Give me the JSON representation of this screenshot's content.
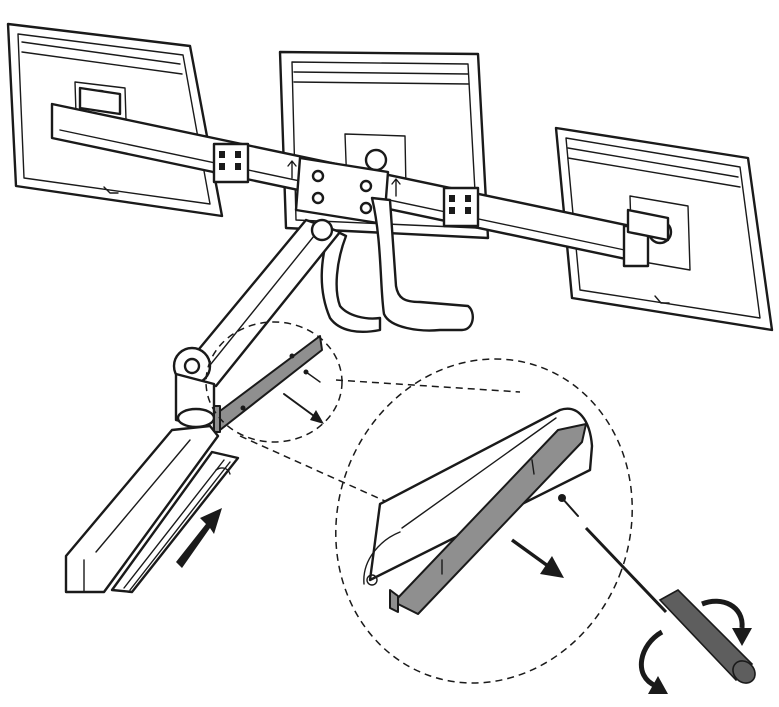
{
  "figure": {
    "kind": "assembly-instruction-illustration",
    "text": "",
    "components": [
      {
        "name": "left-monitor"
      },
      {
        "name": "center-monitor"
      },
      {
        "name": "right-monitor"
      },
      {
        "name": "crossbar"
      },
      {
        "name": "vesa-mount-plates"
      },
      {
        "name": "gas-spring-arm"
      },
      {
        "name": "cable-management-cover"
      },
      {
        "name": "magnified-detail-view"
      },
      {
        "name": "screwdriver"
      }
    ],
    "icons": [
      "insert-arrow-icon",
      "remove-arrow-icon",
      "rotate-arrow-icon"
    ],
    "colors": {
      "line": "#1a1a1a",
      "cover": "#8f8f8f",
      "screwdriver_handle": "#5e5e5e",
      "background": "#ffffff"
    }
  }
}
